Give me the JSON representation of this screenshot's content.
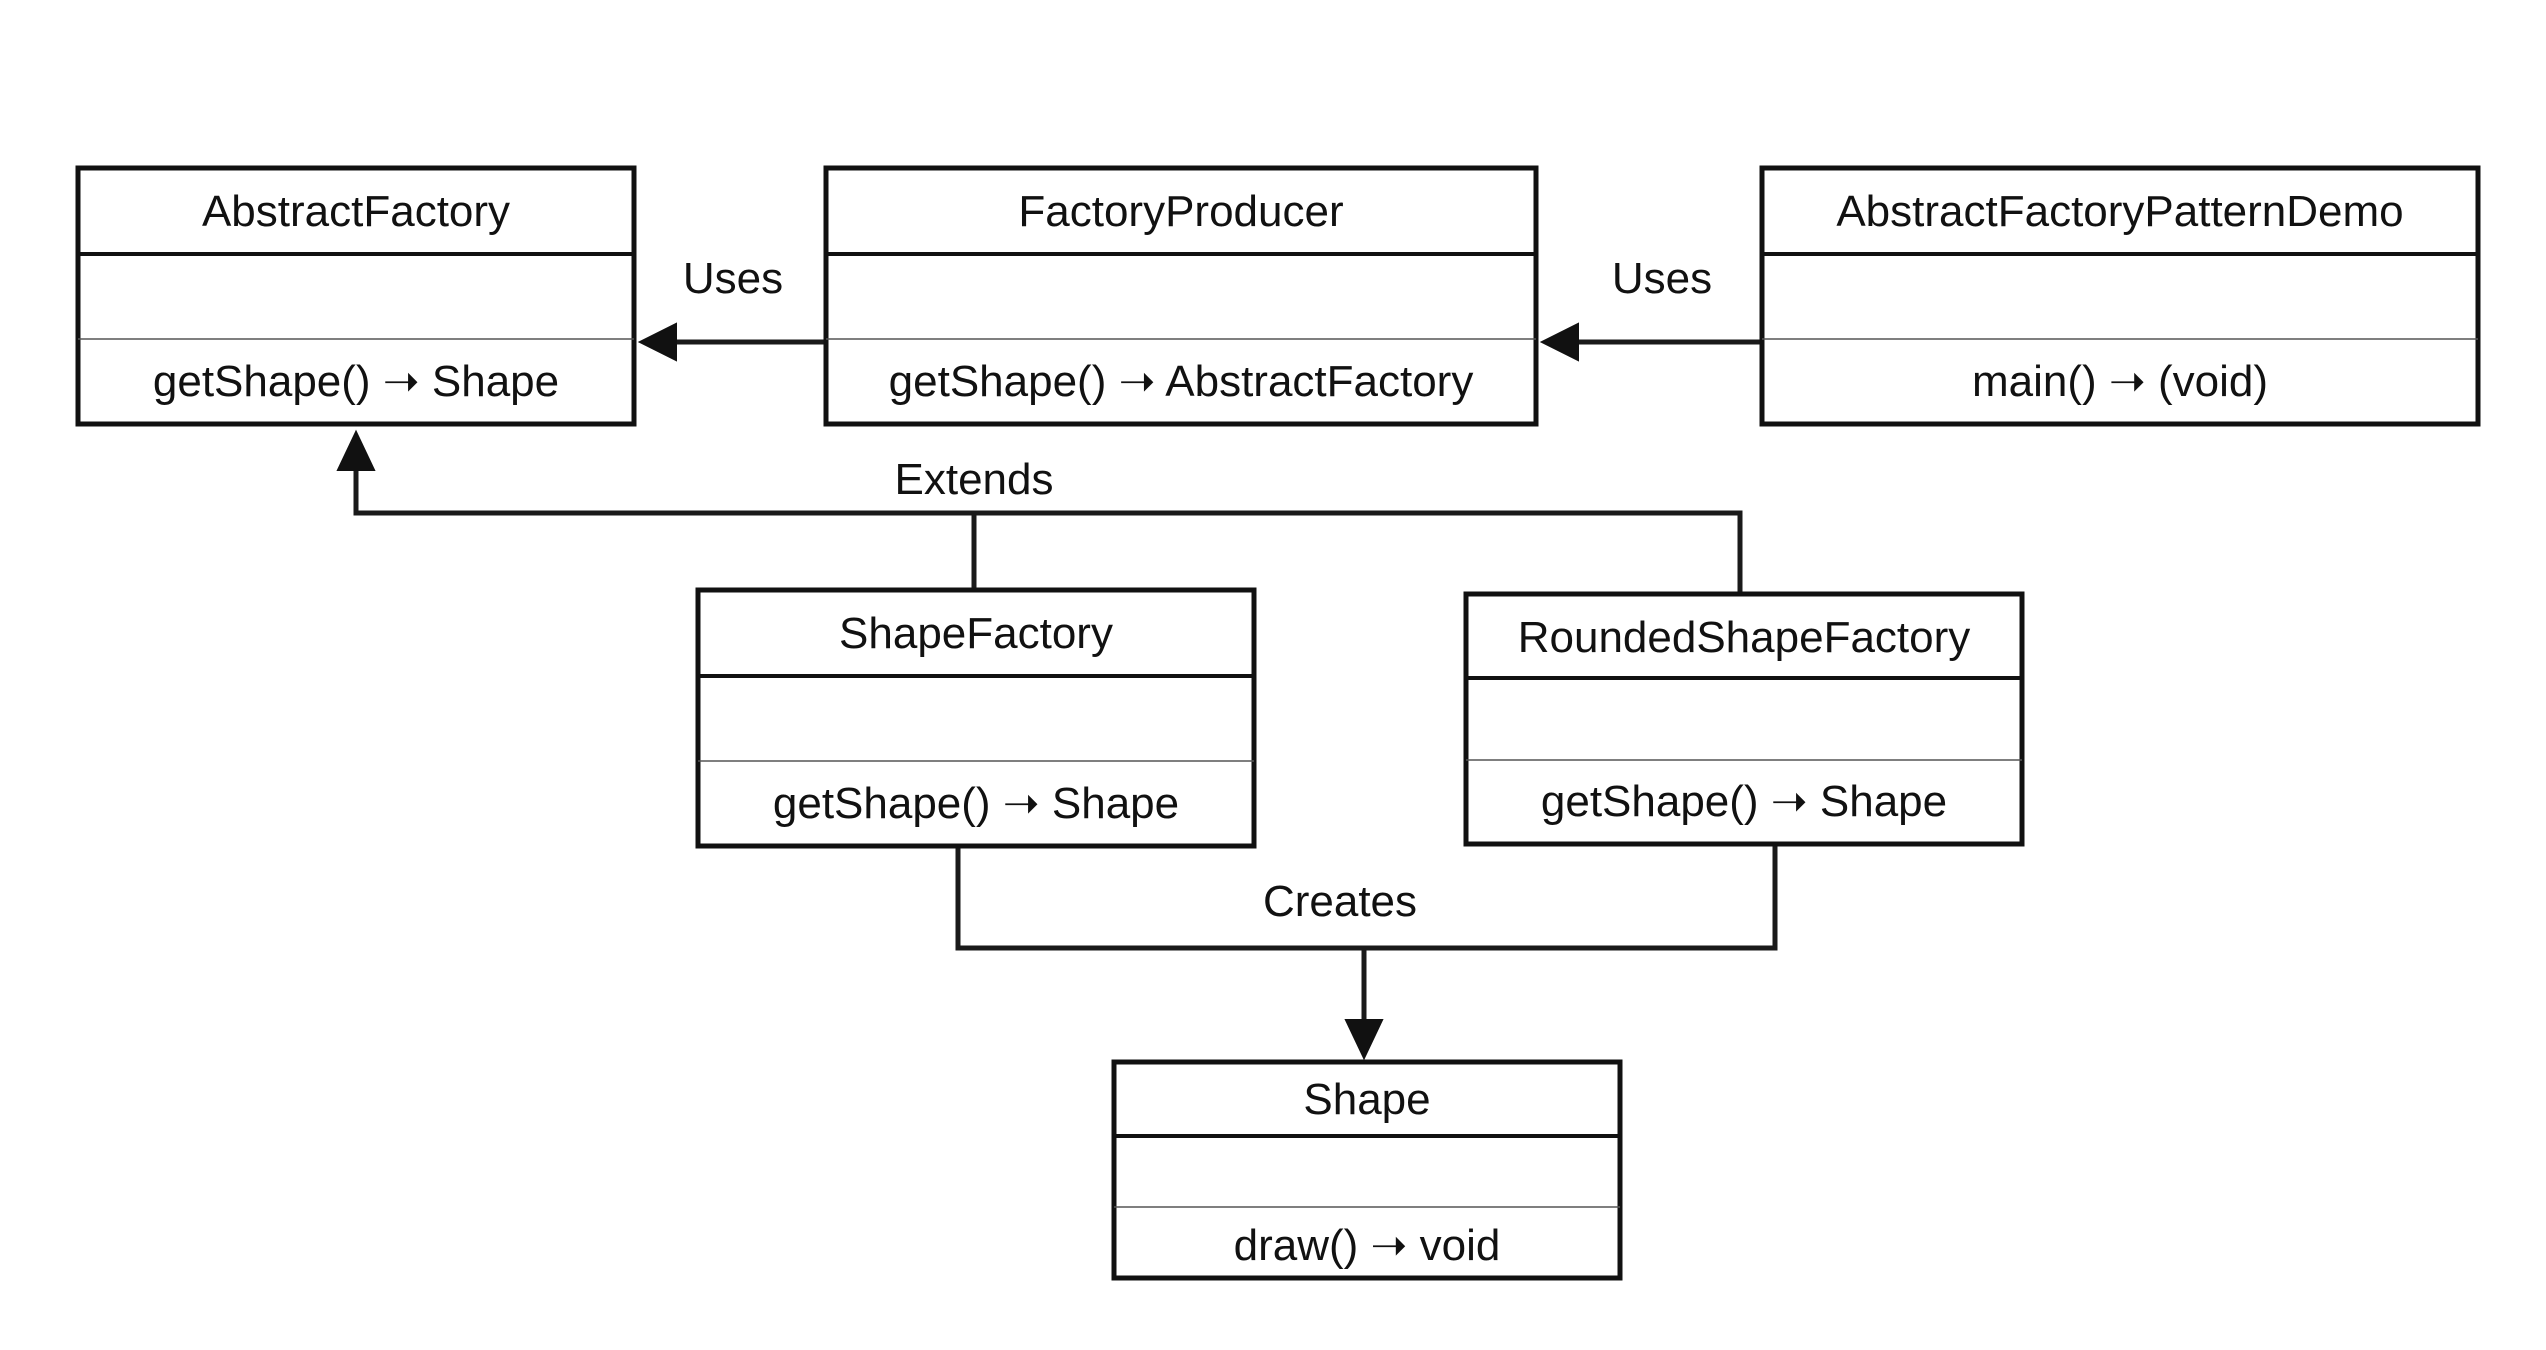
{
  "classes": {
    "abstract_factory": {
      "name": "AbstractFactory",
      "attributes": "",
      "method": "getShape() ➝ Shape"
    },
    "factory_producer": {
      "name": "FactoryProducer",
      "attributes": "",
      "method": "getShape() ➝ AbstractFactory"
    },
    "demo": {
      "name": "AbstractFactoryPatternDemo",
      "attributes": "",
      "method": "main() ➝ (void)"
    },
    "shape_factory": {
      "name": "ShapeFactory",
      "attributes": "",
      "method": "getShape() ➝ Shape"
    },
    "rounded_shape_factory": {
      "name": "RoundedShapeFactory",
      "attributes": "",
      "method": "getShape() ➝ Shape"
    },
    "shape": {
      "name": "Shape",
      "attributes": "",
      "method": "draw() ➝ void"
    }
  },
  "relations": {
    "uses_left": "Uses",
    "uses_right": "Uses",
    "extends": "Extends",
    "creates": "Creates"
  },
  "colors": {
    "ink": "#111111",
    "background": "#ffffff"
  }
}
